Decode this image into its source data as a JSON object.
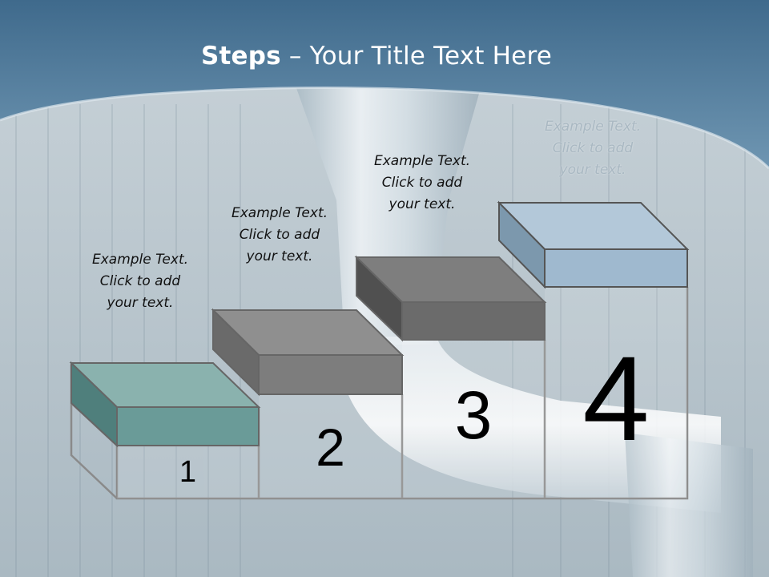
{
  "slide": {
    "title_bold": "Steps",
    "title_rest": " – Your Title Text Here"
  },
  "steps": [
    {
      "number": "1",
      "caption": [
        "Example Text.",
        "Click  to add",
        "your text."
      ],
      "color": "#6a9b98"
    },
    {
      "number": "2",
      "caption": [
        "Example Text.",
        "Click  to add",
        "your text."
      ],
      "color": "#7d7d7d"
    },
    {
      "number": "3",
      "caption": [
        "Example Text.",
        "Click  to add",
        "your text."
      ],
      "color": "#6b6b6b"
    },
    {
      "number": "4",
      "caption": [
        "Example Text.",
        "Click  to add",
        "your text."
      ],
      "color": "#9fb9cf"
    }
  ],
  "colors": {
    "header": "#5f87a4",
    "background": "#b7c4cc"
  }
}
